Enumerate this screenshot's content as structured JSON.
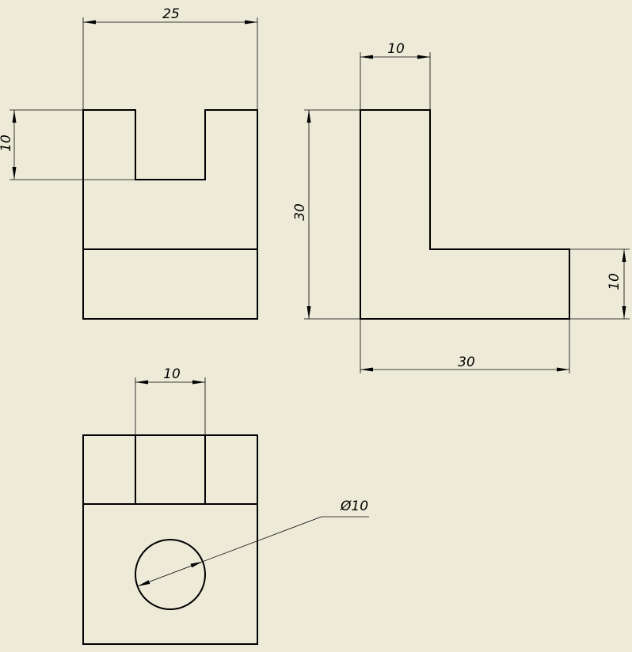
{
  "colors": {
    "background": "#EDEBD8",
    "line": "#000000"
  },
  "front_view": {
    "dim_width": "25",
    "dim_slot_depth": "10"
  },
  "side_view": {
    "dim_top_width": "10",
    "dim_height": "30",
    "dim_step_height": "10",
    "dim_base_width": "30"
  },
  "top_view": {
    "dim_slot_width": "10",
    "dim_hole_diameter": "Ø10"
  }
}
